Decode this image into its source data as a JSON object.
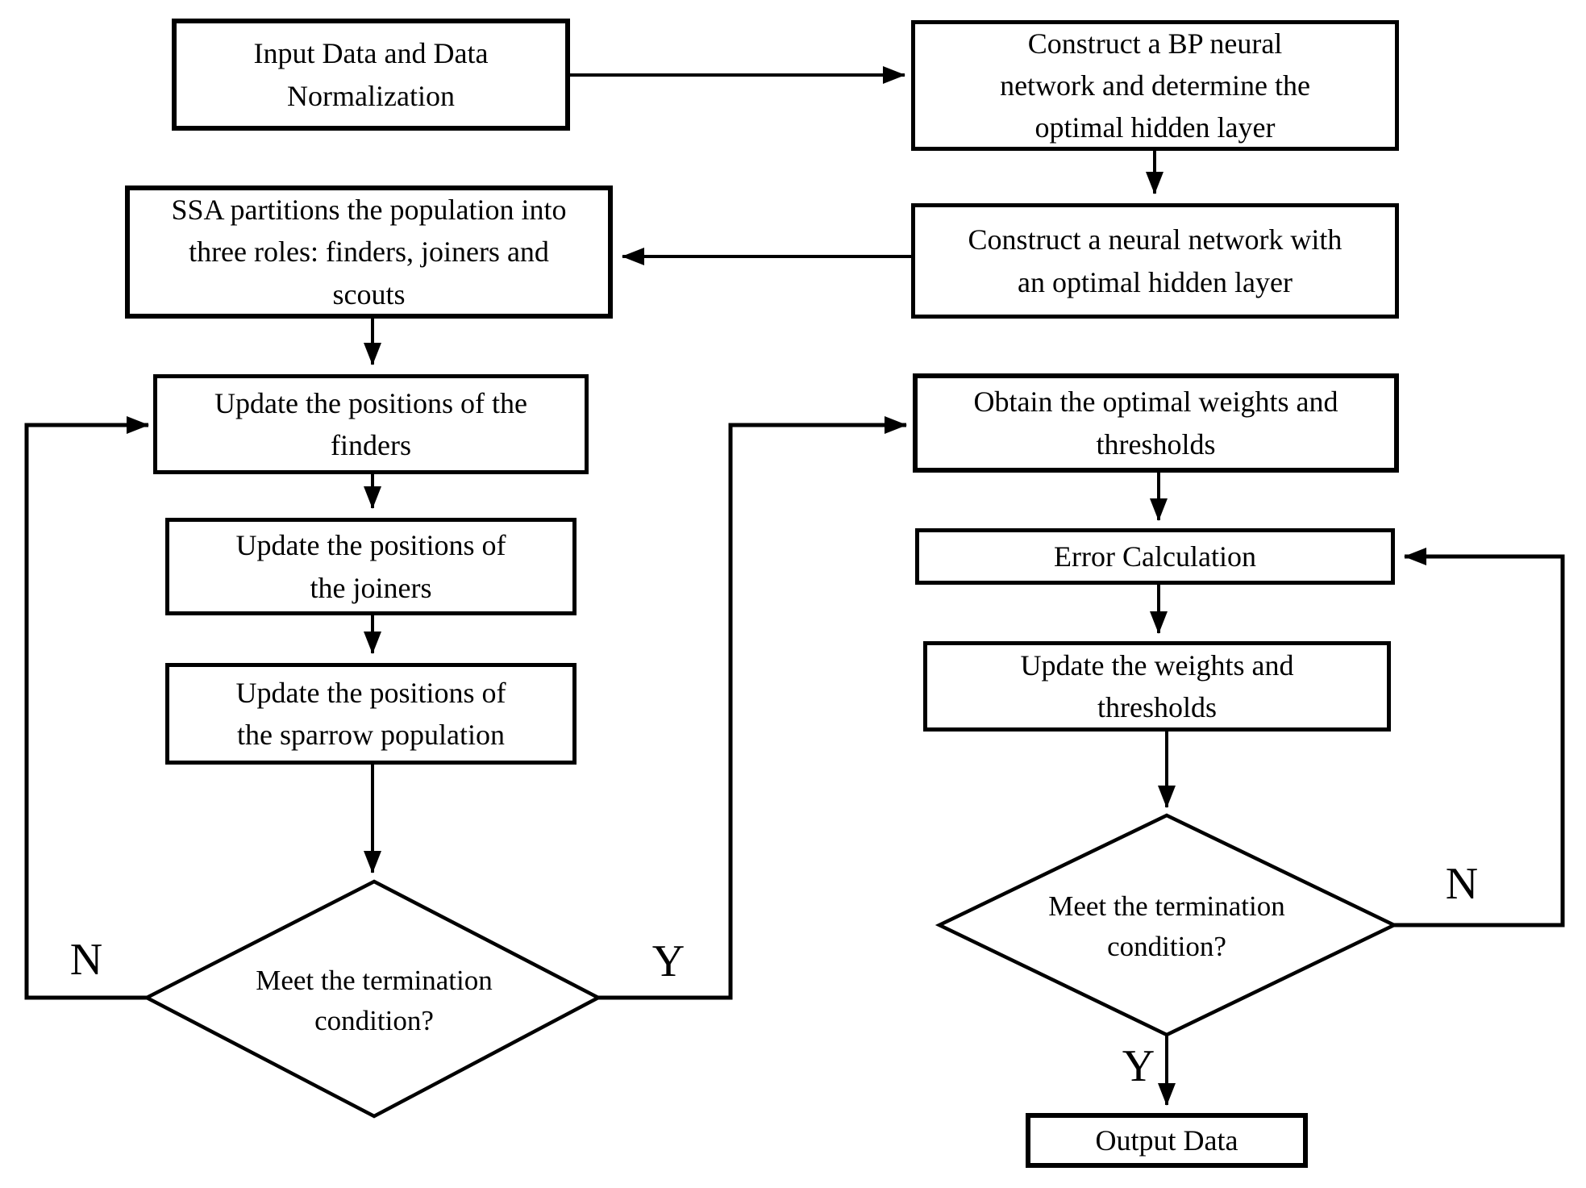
{
  "diagram": {
    "nodes": {
      "input_data": {
        "label": "Input Data and Data Normalization",
        "shape": "process"
      },
      "construct_bp": {
        "label": "Construct a BP neural network and determine the optimal hidden layer",
        "shape": "process"
      },
      "ssa_partition": {
        "label": "SSA partitions the population into three roles: finders, joiners and scouts",
        "shape": "process"
      },
      "construct_nn": {
        "label": "Construct a neural network with an optimal hidden layer",
        "shape": "process"
      },
      "update_finders": {
        "label": "Update the positions of the finders",
        "shape": "process"
      },
      "update_joiners": {
        "label": "Update the positions of the joiners",
        "shape": "process"
      },
      "update_sparrow": {
        "label": "Update the positions of the sparrow population",
        "shape": "process"
      },
      "decision_left": {
        "label": "Meet the termination condition?",
        "shape": "decision"
      },
      "obtain_weights": {
        "label": "Obtain the optimal weights and thresholds",
        "shape": "process"
      },
      "error_calc": {
        "label": "Error Calculation",
        "shape": "process"
      },
      "update_weights": {
        "label": "Update the weights and thresholds",
        "shape": "process"
      },
      "decision_right": {
        "label": "Meet the termination condition?",
        "shape": "decision"
      },
      "output_data": {
        "label": "Output Data",
        "shape": "process"
      }
    },
    "branch_labels": {
      "left_no": "N",
      "left_yes": "Y",
      "right_no": "N",
      "right_yes": "Y"
    },
    "colors": {
      "stroke": "#000000",
      "background": "#ffffff",
      "text": "#000000"
    }
  }
}
